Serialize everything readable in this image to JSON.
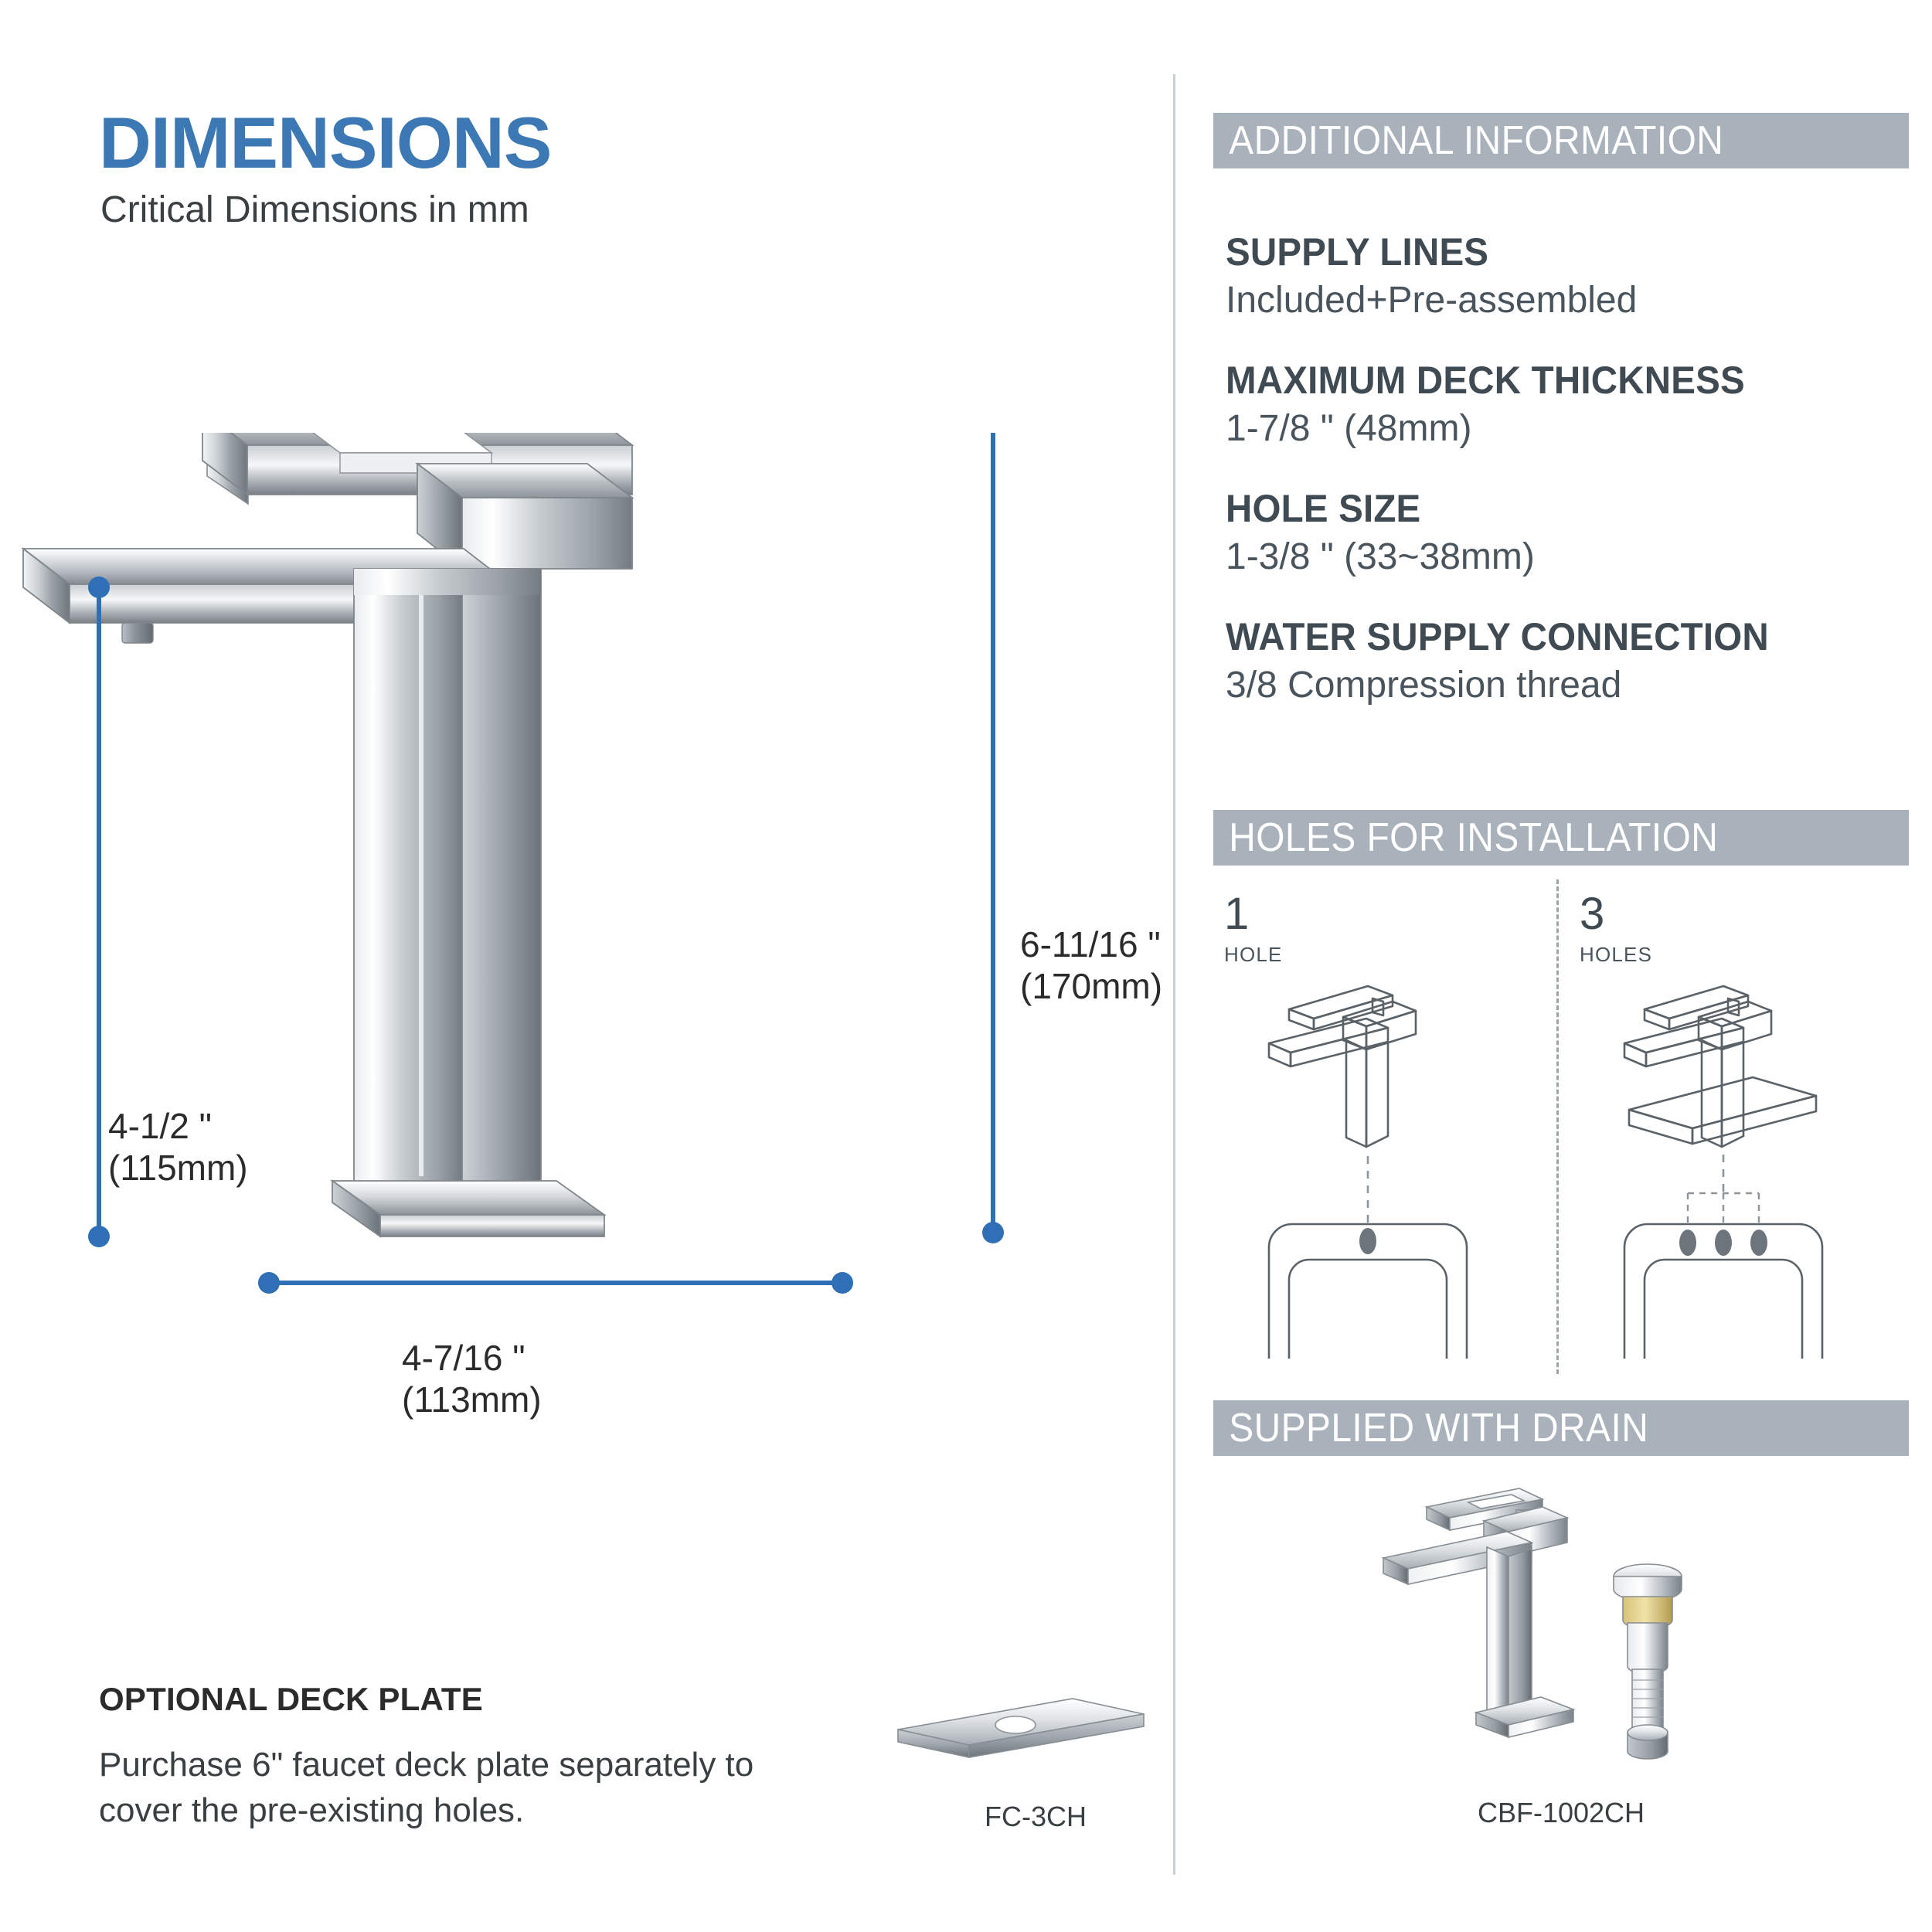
{
  "header": {
    "title": "DIMENSIONS",
    "subtitle": "Critical Dimensions in mm",
    "title_color": "#3c78b4"
  },
  "dimensions": {
    "height": "6-11/16 \"\n(170mm)",
    "height_imperial": "6-11/16 \"",
    "height_metric": "(170mm)",
    "depth_imperial": "4-1/2 \"",
    "depth_metric": "(115mm)",
    "width_imperial": "4-7/16 \"",
    "width_metric": "(113mm)",
    "arrow_color": "#2f6fb5"
  },
  "deck_plate": {
    "title": "OPTIONAL DECK PLATE",
    "description": "Purchase 6\" faucet deck plate separately to cover the pre-existing holes.",
    "product_code": "FC-3CH"
  },
  "additional_information": {
    "band_label": "ADDITIONAL INFORMATION",
    "band_color": "#a9b1bb",
    "specs": [
      {
        "term": "SUPPLY LINES",
        "value": "Included+Pre-assembled"
      },
      {
        "term": "MAXIMUM DECK THICKNESS",
        "value": "1-7/8 \" (48mm)"
      },
      {
        "term": "HOLE SIZE",
        "value": "1-3/8 \" (33~38mm)"
      },
      {
        "term": "WATER SUPPLY CONNECTION",
        "value": "3/8 Compression thread"
      }
    ]
  },
  "holes_for_installation": {
    "band_label": "HOLES FOR INSTALLATION",
    "options": [
      {
        "count": "1",
        "word": "HOLE"
      },
      {
        "count": "3",
        "word": "HOLES"
      }
    ]
  },
  "supplied_with_drain": {
    "band_label": "SUPPLIED WITH DRAIN",
    "product_code": "CBF-1002CH"
  }
}
